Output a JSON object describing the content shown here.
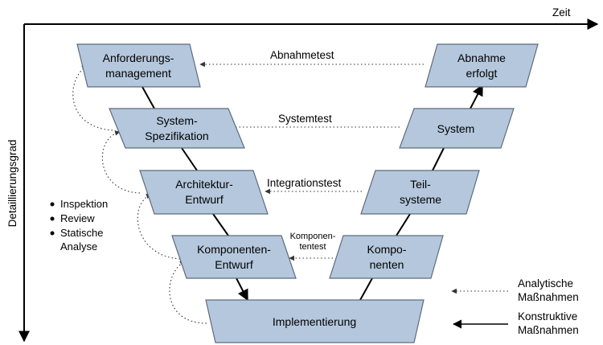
{
  "axes": {
    "x_label": "Zeit",
    "y_label": "Detaillierungsgrad"
  },
  "left_boxes": [
    {
      "lines": [
        "Anforderungs-",
        "management"
      ]
    },
    {
      "lines": [
        "System-",
        "Spezifikation"
      ]
    },
    {
      "lines": [
        "Architektur-",
        "Entwurf"
      ]
    },
    {
      "lines": [
        "Komponenten-",
        "Entwurf"
      ]
    }
  ],
  "bottom_box": {
    "lines": [
      "Implementierung"
    ]
  },
  "right_boxes": [
    {
      "lines": [
        "Abnahme",
        "erfolgt"
      ]
    },
    {
      "lines": [
        "System"
      ]
    },
    {
      "lines": [
        "Teil-",
        "systeme"
      ]
    },
    {
      "lines": [
        "Kompo-",
        "nenten"
      ]
    }
  ],
  "tests": [
    {
      "lines": [
        "Abnahmetest"
      ]
    },
    {
      "lines": [
        "Systemtest"
      ]
    },
    {
      "lines": [
        "Integrationstest"
      ]
    },
    {
      "lines": [
        "Komponen-",
        "tentest"
      ]
    }
  ],
  "bullets": [
    "Inspektion",
    "Review",
    "Statische",
    "Analyse"
  ],
  "legend": {
    "analytic": [
      "Analytische",
      "Maßnahmen"
    ],
    "constructive": [
      "Konstruktive",
      "Maßnahmen"
    ]
  }
}
